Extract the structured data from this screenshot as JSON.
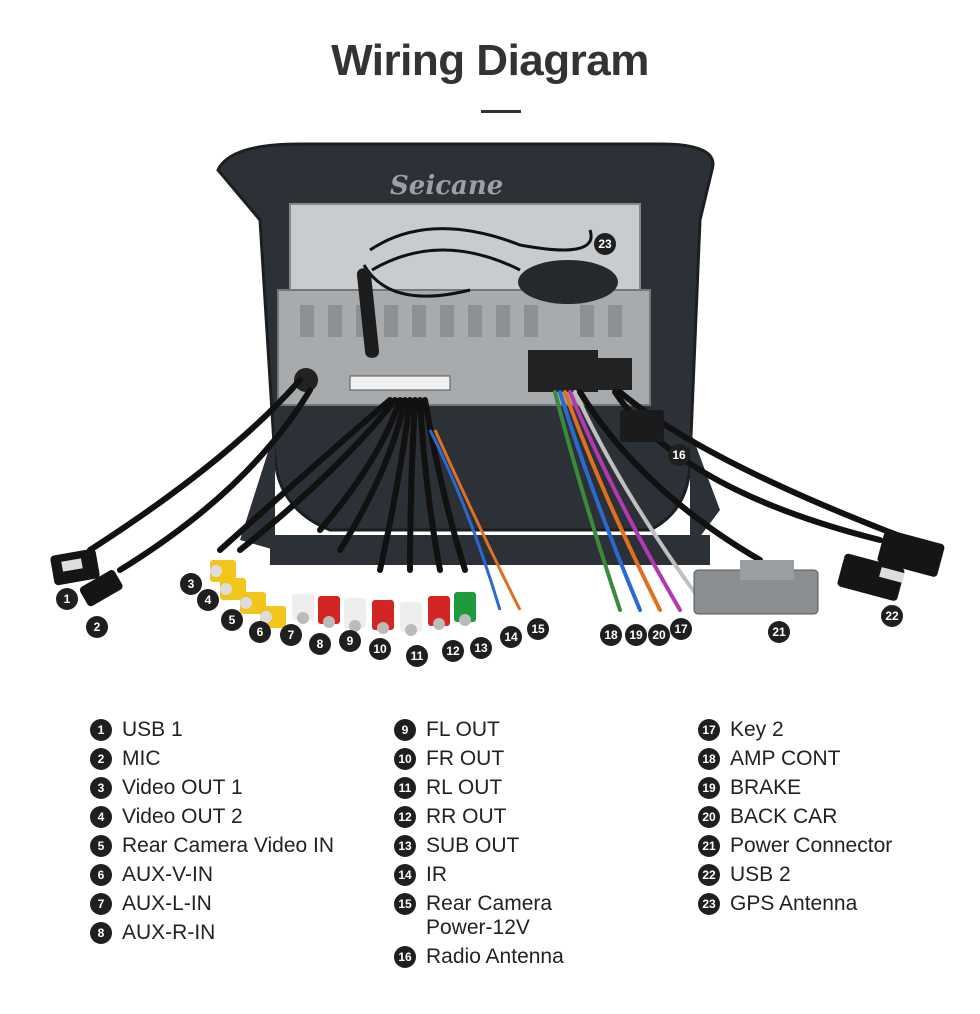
{
  "title": "Wiring Diagram",
  "brand": "Seicane",
  "colors": {
    "num_badge": "#1f1f1f",
    "title": "#333333"
  },
  "callouts": [
    "1",
    "2",
    "3",
    "4",
    "5",
    "6",
    "7",
    "8",
    "9",
    "10",
    "11",
    "12",
    "13",
    "14",
    "15",
    "16",
    "17",
    "18",
    "19",
    "20",
    "21",
    "22",
    "23"
  ],
  "legend": {
    "col1": [
      {
        "n": "1",
        "label": "USB 1"
      },
      {
        "n": "2",
        "label": "MIC"
      },
      {
        "n": "3",
        "label": "Video OUT 1"
      },
      {
        "n": "4",
        "label": "Video OUT 2"
      },
      {
        "n": "5",
        "label": "Rear Camera Video IN"
      },
      {
        "n": "6",
        "label": "AUX-V-IN"
      },
      {
        "n": "7",
        "label": "AUX-L-IN"
      },
      {
        "n": "8",
        "label": "AUX-R-IN"
      }
    ],
    "col2": [
      {
        "n": "9",
        "label": "FL OUT"
      },
      {
        "n": "10",
        "label": "FR OUT"
      },
      {
        "n": "11",
        "label": "RL OUT"
      },
      {
        "n": "12",
        "label": "RR OUT"
      },
      {
        "n": "13",
        "label": "SUB OUT"
      },
      {
        "n": "14",
        "label": "IR"
      },
      {
        "n": "15",
        "label": "Rear Camera Power-12V"
      },
      {
        "n": "16",
        "label": "Radio Antenna"
      }
    ],
    "col3": [
      {
        "n": "17",
        "label": "Key 2"
      },
      {
        "n": "18",
        "label": "AMP CONT"
      },
      {
        "n": "19",
        "label": "BRAKE"
      },
      {
        "n": "20",
        "label": "BACK CAR"
      },
      {
        "n": "21",
        "label": "Power Connector"
      },
      {
        "n": "22",
        "label": "USB 2"
      },
      {
        "n": "23",
        "label": "GPS Antenna"
      }
    ]
  }
}
